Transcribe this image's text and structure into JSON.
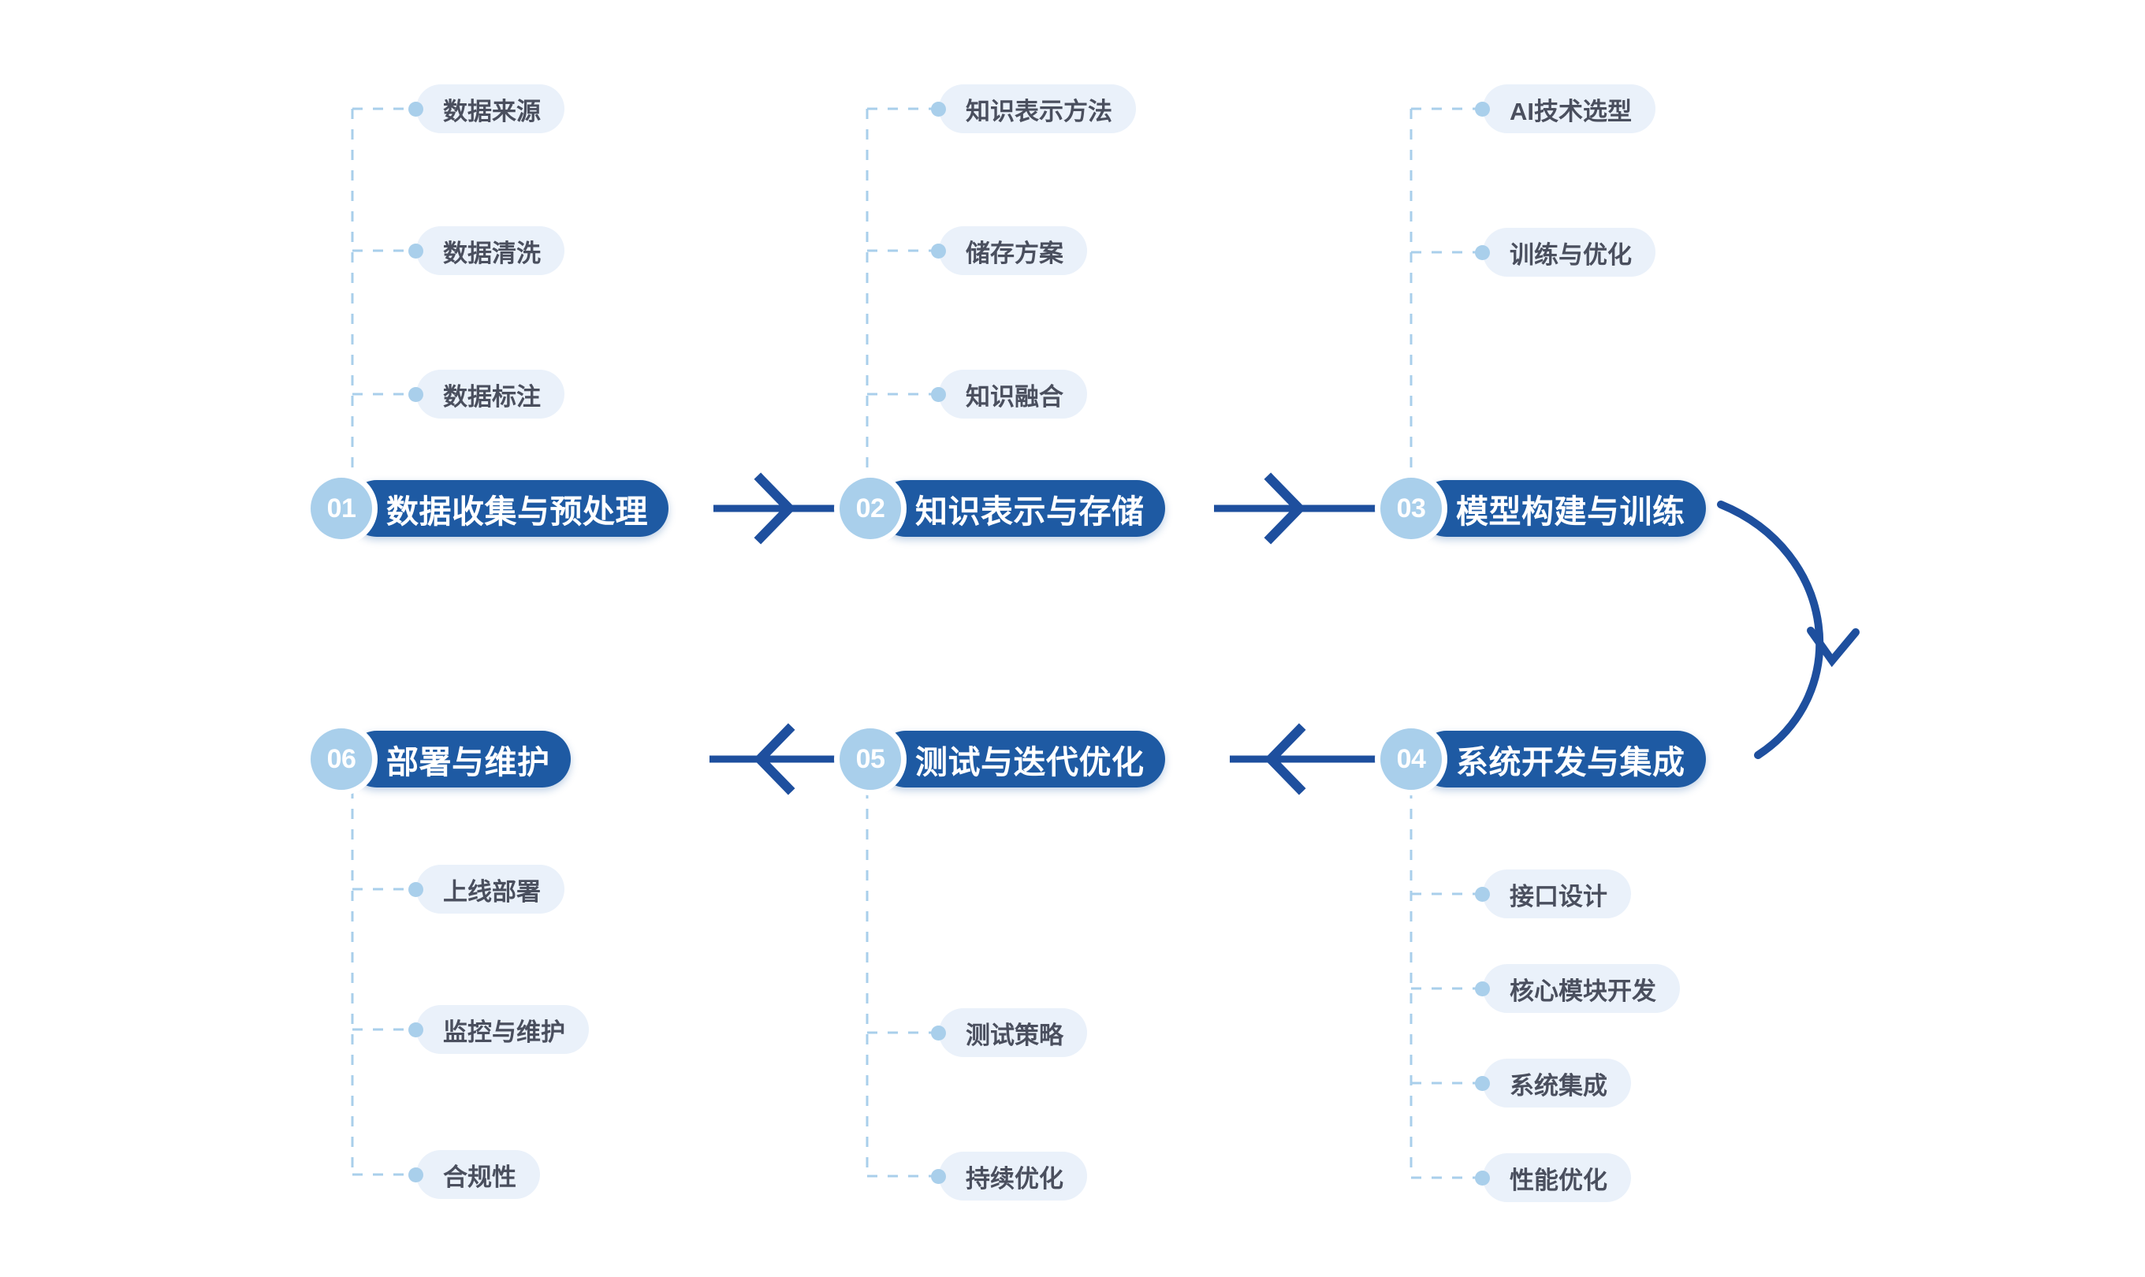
{
  "colors": {
    "background": "#ffffff",
    "stage_pill": "#1e5aa3",
    "stage_badge": "#a9cfeb",
    "stage_text": "#ffffff",
    "sub_pill": "#eaf1fa",
    "sub_dot": "#a9cfeb",
    "sub_text": "#4a4f5e",
    "arrow": "#1e4f9e",
    "dashed_line": "#a9cfeb"
  },
  "diagram": {
    "type": "process-flowchart",
    "direction": "serpentine-left-to-right-then-right-to-left",
    "stage_count": 6
  },
  "stages": [
    {
      "number": "01",
      "title": "数据收集与预处理",
      "row": "top",
      "items": [
        "数据来源",
        "数据清洗",
        "数据标注"
      ]
    },
    {
      "number": "02",
      "title": "知识表示与存储",
      "row": "top",
      "items": [
        "知识表示方法",
        "储存方案",
        "知识融合"
      ]
    },
    {
      "number": "03",
      "title": "模型构建与训练",
      "row": "top",
      "items": [
        "AI技术选型",
        "训练与优化"
      ]
    },
    {
      "number": "04",
      "title": "系统开发与集成",
      "row": "bottom",
      "items": [
        "接口设计",
        "核心模块开发",
        "系统集成",
        "性能优化"
      ]
    },
    {
      "number": "05",
      "title": "测试与迭代优化",
      "row": "bottom",
      "items": [
        "测试策略",
        "持续优化"
      ]
    },
    {
      "number": "06",
      "title": "部署与维护",
      "row": "bottom",
      "items": [
        "上线部署",
        "监控与维护",
        "合规性"
      ]
    }
  ],
  "connectors": [
    {
      "name": "arrow-01-to-02",
      "kind": "straight-right"
    },
    {
      "name": "arrow-02-to-03",
      "kind": "straight-right"
    },
    {
      "name": "arrow-03-to-04",
      "kind": "curved-down"
    },
    {
      "name": "arrow-04-to-05",
      "kind": "straight-left"
    },
    {
      "name": "arrow-05-to-06",
      "kind": "straight-left"
    }
  ]
}
